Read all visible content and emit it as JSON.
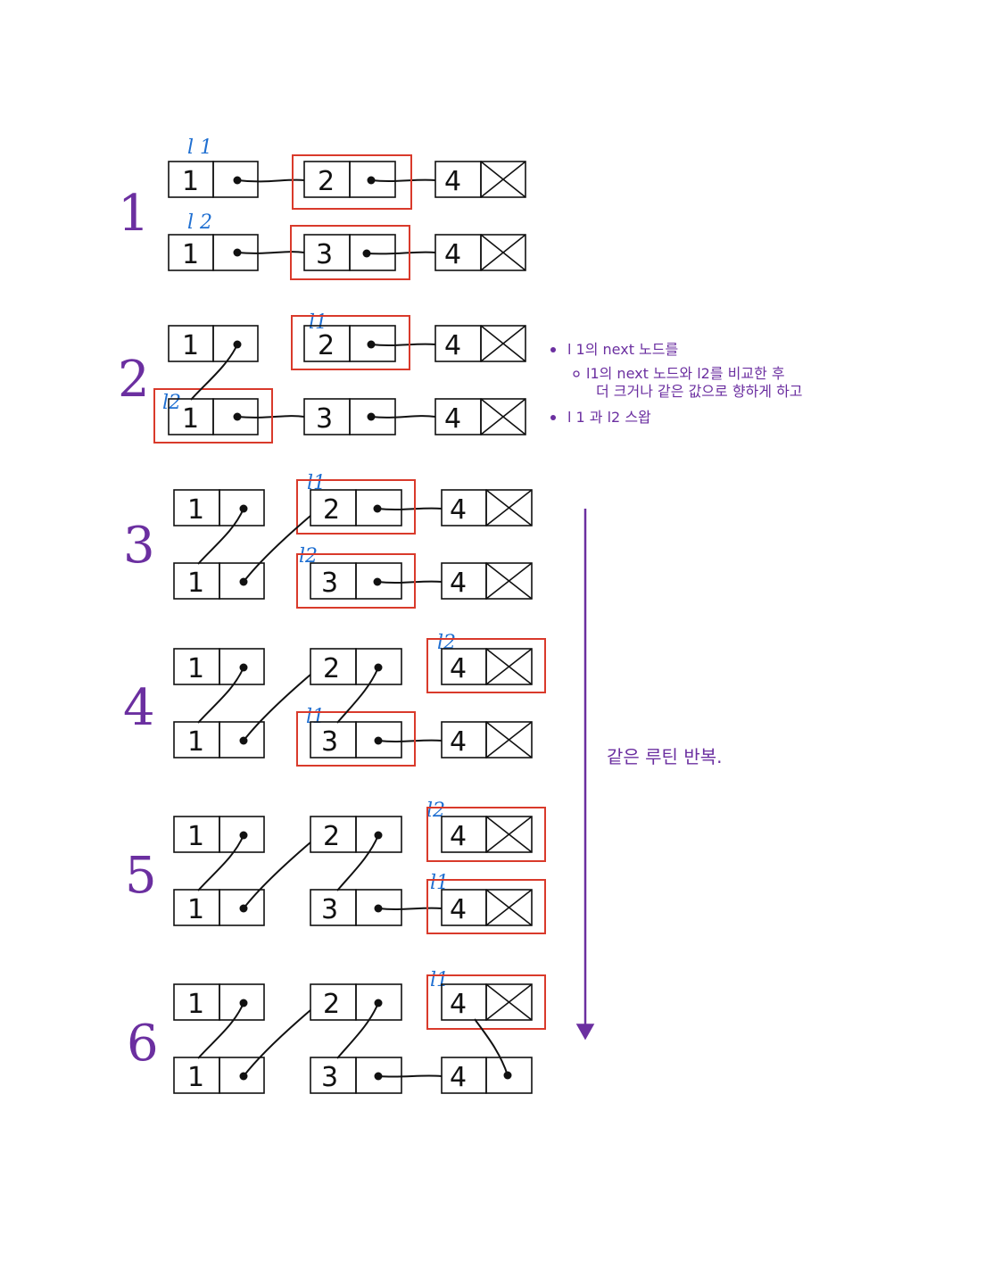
{
  "steps": [
    {
      "label": "1",
      "top_row": [
        "1",
        "2",
        "4"
      ],
      "bottom_row": [
        "1",
        "3",
        "4"
      ],
      "pointers": [
        {
          "name": "top-first",
          "text": "l 1"
        },
        {
          "name": "bottom-first",
          "text": "l 2"
        }
      ]
    },
    {
      "label": "2",
      "top_row": [
        "1",
        "2",
        "4"
      ],
      "bottom_row": [
        "1",
        "3",
        "4"
      ],
      "pointers": [
        {
          "name": "top-second",
          "text": "l1"
        },
        {
          "name": "bottom-first",
          "text": "l2"
        }
      ]
    },
    {
      "label": "3",
      "top_row": [
        "1",
        "2",
        "4"
      ],
      "bottom_row": [
        "1",
        "3",
        "4"
      ],
      "pointers": [
        {
          "name": "top-second",
          "text": "l1"
        },
        {
          "name": "bottom-second",
          "text": "l2"
        }
      ]
    },
    {
      "label": "4",
      "top_row": [
        "1",
        "2",
        "4"
      ],
      "bottom_row": [
        "1",
        "3",
        "4"
      ],
      "pointers": [
        {
          "name": "top-third",
          "text": "l2"
        },
        {
          "name": "bottom-second",
          "text": "l1"
        }
      ]
    },
    {
      "label": "5",
      "top_row": [
        "1",
        "2",
        "4"
      ],
      "bottom_row": [
        "1",
        "3",
        "4"
      ],
      "pointers": [
        {
          "name": "top-third",
          "text": "l2"
        },
        {
          "name": "bottom-third",
          "text": "l1"
        }
      ]
    },
    {
      "label": "6",
      "top_row": [
        "1",
        "2",
        "4"
      ],
      "bottom_row": [
        "1",
        "3",
        "4"
      ],
      "pointers": [
        {
          "name": "top-third",
          "text": "l1"
        }
      ]
    }
  ],
  "notes": [
    "l 1의 next 노드를",
    "l1의 next 노드와 l2를 비교한 후",
    "더 크거나 같은 값으로 향하게 하고",
    "l 1 과 l2 스왑"
  ],
  "repeat_label": "같은 루틴 반복.",
  "colors": {
    "ink": "#111111",
    "step_label": "#6b2fa0",
    "pointer": "#1f6fd1",
    "highlight": "#d93a2b",
    "note": "#6b2fa0"
  }
}
